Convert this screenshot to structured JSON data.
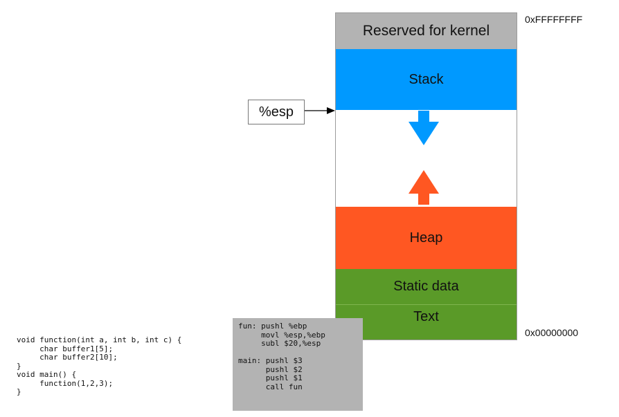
{
  "memory": {
    "segments": {
      "kernel": {
        "label": "Reserved for kernel",
        "color": "#b3b3b3"
      },
      "stack": {
        "label": "Stack",
        "color": "#0099ff"
      },
      "heap": {
        "label": "Heap",
        "color": "#ff5722"
      },
      "static": {
        "label": "Static data",
        "color": "#5a9a28"
      },
      "text": {
        "label": "Text",
        "color": "#5a9a28"
      }
    },
    "addr_top": "0xFFFFFFFF",
    "addr_bottom": "0x00000000",
    "stack_arrow_icon": "arrow-down-icon",
    "heap_arrow_icon": "arrow-up-icon"
  },
  "register": {
    "label": "%esp"
  },
  "c_code": [
    "void function(int a, int b, int c) {",
    "     char buffer1[5];",
    "     char buffer2[10];",
    "}",
    "void main() {",
    "     function(1,2,3);",
    "}"
  ],
  "asm_code": [
    "fun: pushl %ebp",
    "     movl %esp,%ebp",
    "     subl $20,%esp",
    "",
    "main: pushl $3",
    "      pushl $2",
    "      pushl $1",
    "      call fun"
  ]
}
